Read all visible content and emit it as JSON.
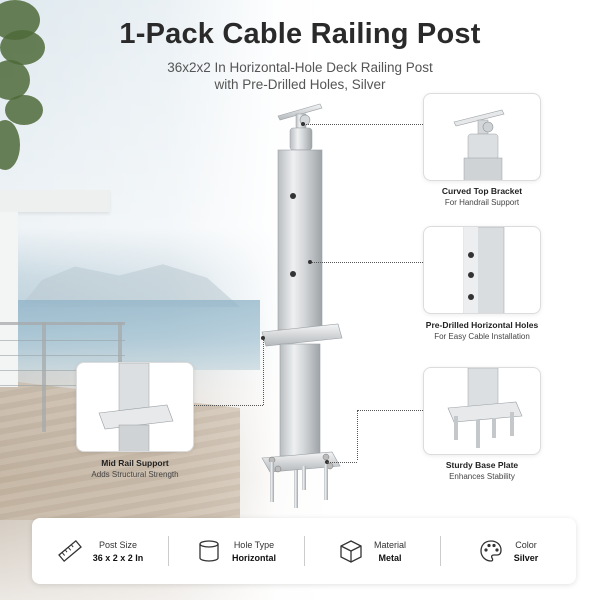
{
  "title": "1-Pack Cable Railing Post",
  "subtitle_line1": "36x2x2 In Horizontal-Hole Deck Railing Post",
  "subtitle_line2": "with Pre-Drilled Holes, Silver",
  "callouts": [
    {
      "title": "Curved Top Bracket",
      "subtitle": "For Handrail Support",
      "icon": "top-bracket-closeup"
    },
    {
      "title": "Pre-Drilled Horizontal Holes",
      "subtitle": "For Easy Cable Installation",
      "icon": "drilled-holes-closeup"
    },
    {
      "title": "Mid Rail Support",
      "subtitle": "Adds Structural Strength",
      "icon": "mid-rail-closeup"
    },
    {
      "title": "Sturdy Base Plate",
      "subtitle": "Enhances Stability",
      "icon": "base-plate-closeup"
    }
  ],
  "specs": [
    {
      "label": "Post Size",
      "value": "36 x 2 x 2 In",
      "icon": "ruler-icon"
    },
    {
      "label": "Hole Type",
      "value": "Horizontal",
      "icon": "cylinder-icon"
    },
    {
      "label": "Material",
      "value": "Metal",
      "icon": "cube-icon"
    },
    {
      "label": "Color",
      "value": "Silver",
      "icon": "palette-icon"
    }
  ],
  "colors": {
    "title": "#2a2a2a",
    "metal_light": "#e4e6e8",
    "metal_dark": "#9ea3a7"
  }
}
